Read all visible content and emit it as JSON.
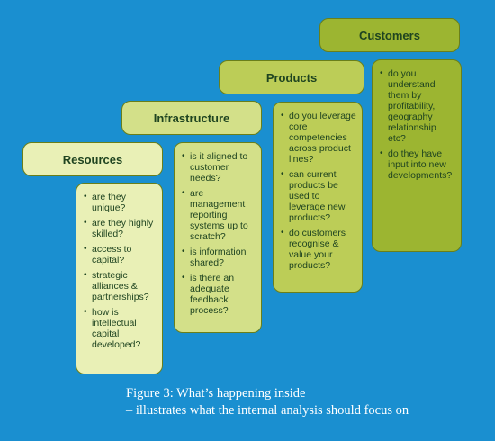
{
  "headers": {
    "customers": "Customers",
    "products": "Products",
    "infrastructure": "Infrastructure",
    "resources": "Resources"
  },
  "panels": {
    "customers": [
      "do you understand them by profitability, geography relationship etc?",
      "do they have input into new developments?"
    ],
    "products": [
      "do you leverage core competencies across product lines?",
      "can current products be used to leverage new products?",
      "do customers recognise & value your products?"
    ],
    "infrastructure": [
      "is it aligned to customer needs?",
      "are management reporting systems up to scratch?",
      "is information shared?",
      "is there an adequate feedback process?"
    ],
    "resources": [
      "are they unique?",
      "are they highly skilled?",
      "access to capital?",
      "strategic alliances & partnerships?",
      "how is intellectual capital developed?"
    ]
  },
  "caption": {
    "line1": "Figure 3: What’s happening inside",
    "line2": "– illustrates what the internal analysis should focus on"
  },
  "colors": {
    "background": "#1a8fd0",
    "resources": "#e9f0b6",
    "infrastructure": "#d3e089",
    "products": "#bccd57",
    "customers": "#9cb531"
  }
}
